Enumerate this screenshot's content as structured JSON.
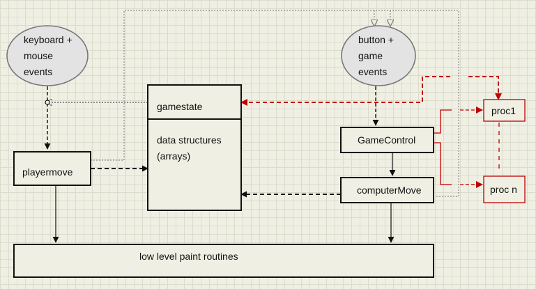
{
  "nodes": {
    "keyboard_mouse_events": {
      "lines": [
        "keyboard +",
        "mouse",
        "events"
      ]
    },
    "button_game_events": {
      "lines": [
        "button +",
        "game",
        "events"
      ]
    },
    "gamestate": {
      "label": "gamestate"
    },
    "data_structures": {
      "lines": [
        "data structures",
        "(arrays)"
      ]
    },
    "playermove": {
      "label": "playermove"
    },
    "game_control": {
      "label": "GameControl"
    },
    "computer_move": {
      "label": "computerMove"
    },
    "proc1": {
      "label": "proc1"
    },
    "procn": {
      "label": "proc n"
    },
    "paint_routines": {
      "label": "low level paint routines"
    }
  },
  "colors": {
    "stroke": "#111111",
    "accent_red": "#c00000",
    "dotted_gray": "#8a8a8a",
    "ellipse_fill": "#e3e3e3"
  }
}
